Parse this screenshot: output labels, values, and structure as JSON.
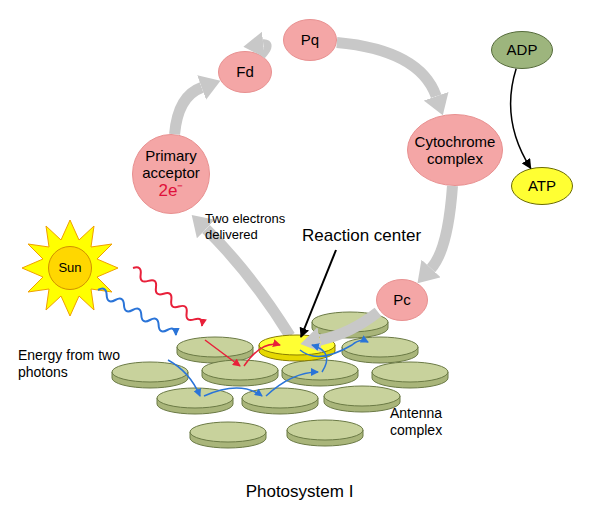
{
  "diagram": {
    "caption": "Photosystem I",
    "nodes": [
      {
        "text": [
          "Pq"
        ]
      },
      {
        "text": [
          "ADP"
        ]
      },
      {
        "text": [
          "Fd"
        ]
      },
      {
        "text": [
          "Cytochrome complex"
        ]
      },
      {
        "text": [
          "Primary acceptor",
          "2e⁻"
        ]
      },
      {
        "text": [
          "ATP"
        ]
      },
      {
        "text": [
          "Sun"
        ]
      },
      {
        "text": [
          "Pc"
        ]
      }
    ],
    "edges": [
      {
        "from": 4,
        "to": 2,
        "arrow": "to"
      },
      {
        "from": 2,
        "to": 0,
        "arrow": "to"
      },
      {
        "from": 0,
        "to": 3,
        "arrow": "to"
      },
      {
        "from": 3,
        "to": 7,
        "arrow": "to"
      },
      {
        "from": 1,
        "to": 5,
        "arrow": "to"
      }
    ],
    "labels": [
      "Two electrons delivered",
      "Reaction center",
      "Energy from two photons",
      "Antenna complex"
    ]
  }
}
